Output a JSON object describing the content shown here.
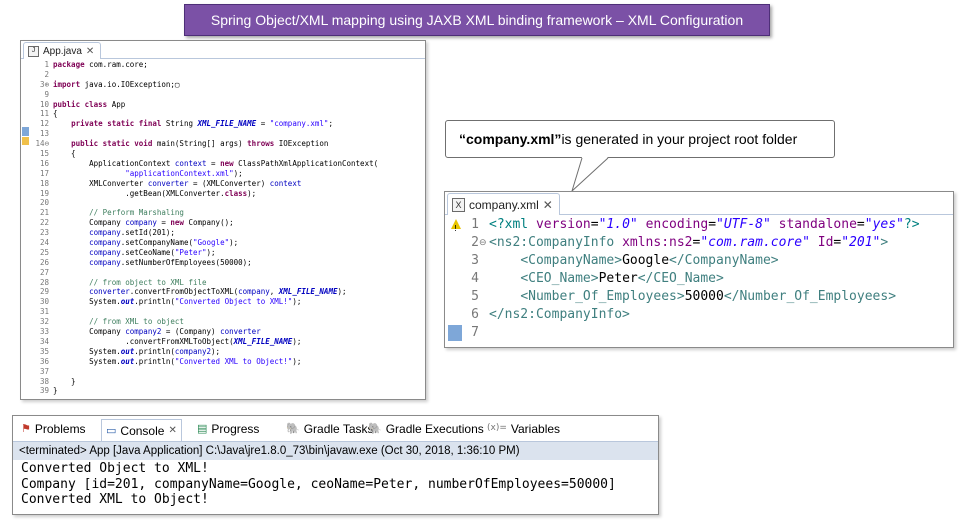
{
  "banner": {
    "title": "Spring Object/XML mapping using JAXB XML binding framework – XML Configuration"
  },
  "java_editor": {
    "tab_label": "App.java",
    "file_icon": "java-file-icon",
    "lines": [
      {
        "n": "1",
        "t": "package com.ram.core;"
      },
      {
        "n": "2",
        "t": ""
      },
      {
        "n": "3⊕",
        "t": "import java.io.IOException;▢"
      },
      {
        "n": "9",
        "t": ""
      },
      {
        "n": "10",
        "t": "public class App"
      },
      {
        "n": "11",
        "t": "{"
      },
      {
        "n": "12",
        "t": "    private static final String XML_FILE_NAME = \"company.xml\";"
      },
      {
        "n": "13",
        "t": ""
      },
      {
        "n": "14⊖",
        "t": "    public static void main(String[] args) throws IOException"
      },
      {
        "n": "15",
        "t": "    {"
      },
      {
        "n": "16",
        "t": "        ApplicationContext context = new ClassPathXmlApplicationContext("
      },
      {
        "n": "17",
        "t": "                \"applicationContext.xml\");"
      },
      {
        "n": "18",
        "t": "        XMLConverter converter = (XMLConverter) context"
      },
      {
        "n": "19",
        "t": "                .getBean(XMLConverter.class);"
      },
      {
        "n": "20",
        "t": ""
      },
      {
        "n": "21",
        "t": "        // Perform Marshaling"
      },
      {
        "n": "22",
        "t": "        Company company = new Company();"
      },
      {
        "n": "23",
        "t": "        company.setId(201);"
      },
      {
        "n": "24",
        "t": "        company.setCompanyName(\"Google\");"
      },
      {
        "n": "25",
        "t": "        company.setCeoName(\"Peter\");"
      },
      {
        "n": "26",
        "t": "        company.setNumberOfEmployees(50000);"
      },
      {
        "n": "27",
        "t": ""
      },
      {
        "n": "28",
        "t": "        // from object to XML file"
      },
      {
        "n": "29",
        "t": "        converter.convertFromObjectToXML(company, XML_FILE_NAME);"
      },
      {
        "n": "30",
        "t": "        System.out.println(\"Converted Object to XML!\");"
      },
      {
        "n": "31",
        "t": ""
      },
      {
        "n": "32",
        "t": "        // from XML to object"
      },
      {
        "n": "33",
        "t": "        Company company2 = (Company) converter"
      },
      {
        "n": "34",
        "t": "                .convertFromXMLToObject(XML_FILE_NAME);"
      },
      {
        "n": "35",
        "t": "        System.out.println(company2);"
      },
      {
        "n": "36",
        "t": "        System.out.println(\"Converted XML to Object!\");"
      },
      {
        "n": "37",
        "t": ""
      },
      {
        "n": "38",
        "t": "    }"
      },
      {
        "n": "39",
        "t": "}"
      }
    ]
  },
  "callout": {
    "bold_part": "“company.xml”",
    "rest": " is generated in your project root folder"
  },
  "xml_editor": {
    "tab_label": "company.xml",
    "file_icon": "xml-file-icon",
    "lines": [
      {
        "n": "1"
      },
      {
        "n": "2"
      },
      {
        "n": "3"
      },
      {
        "n": "4"
      },
      {
        "n": "5"
      },
      {
        "n": "6"
      },
      {
        "n": "7"
      }
    ],
    "pi_open": "<?xml ",
    "pi_close": "?>",
    "attr_version": "version",
    "val_version": "\"1.0\"",
    "attr_encoding": "encoding",
    "val_encoding": "\"UTF-8\"",
    "attr_standalone": "standalone",
    "val_standalone": "\"yes\"",
    "root_open": "<ns2:CompanyInfo ",
    "attr_ns": "xmlns:ns2",
    "val_ns": "\"com.ram.core\"",
    "attr_id": "Id",
    "val_id": "\"201\"",
    "gt": ">",
    "company_name_open": "<CompanyName>",
    "company_name_value": "Google",
    "company_name_close": "</CompanyName>",
    "ceo_open": "<CEO_Name>",
    "ceo_value": "Peter",
    "ceo_close": "</CEO_Name>",
    "emp_open": "<Number_Of_Employees>",
    "emp_value": "50000",
    "emp_close": "</Number_Of_Employees>",
    "root_close": "</ns2:CompanyInfo>"
  },
  "console": {
    "tabs": [
      {
        "label": "Problems",
        "icon": "problems-icon"
      },
      {
        "label": "Console",
        "icon": "console-icon",
        "active": true
      },
      {
        "label": "Progress",
        "icon": "progress-icon"
      },
      {
        "label": "Gradle Tasks",
        "icon": "gradle-icon"
      },
      {
        "label": "Gradle Executions",
        "icon": "gradle-icon"
      },
      {
        "label": "Variables",
        "icon": "variables-icon"
      }
    ],
    "close_glyph": "✕",
    "status": "<terminated> App [Java Application] C:\\Java\\jre1.8.0_73\\bin\\javaw.exe (Oct 30, 2018, 1:36:10 PM)",
    "output": [
      "Converted Object to XML!",
      "Company [id=201, companyName=Google, ceoName=Peter, numberOfEmployees=50000]",
      "Converted XML to Object!"
    ]
  }
}
